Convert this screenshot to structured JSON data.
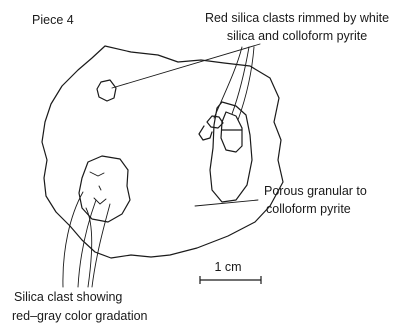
{
  "piece_label": "Piece 4",
  "annotations": {
    "red_clasts": [
      "Red silica clasts rimmed by white",
      "silica and colloform pyrite"
    ],
    "porous": [
      "Porous  granular to",
      "colloform pyrite"
    ],
    "silica_clast": [
      "Silica clast showing",
      "red–gray color gradation"
    ]
  },
  "scale_bar": "1 cm"
}
